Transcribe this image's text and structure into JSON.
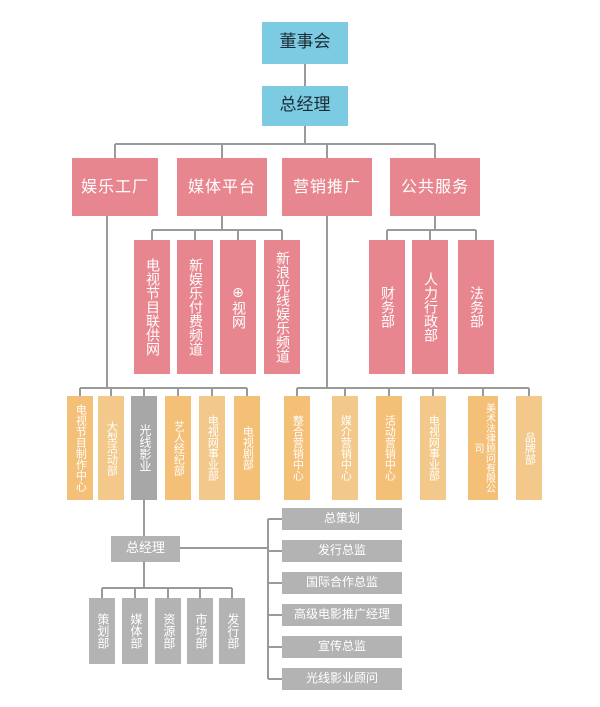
{
  "top": {
    "board": "董事会",
    "gm": "总经理"
  },
  "divisions": [
    "娱乐工厂",
    "媒体平台",
    "营销推广",
    "公共服务"
  ],
  "media_units": [
    "电视节目联供网",
    "新娱乐付费频道",
    "⊕视网",
    "新浪光线娱乐频道"
  ],
  "public_units": [
    "财务部",
    "人力行政部",
    "法务部"
  ],
  "ent_depts": [
    "电视节目制作中心",
    "大型活动部",
    "光线影业",
    "艺人经纪部",
    "电视网事业部",
    "电视剧部"
  ],
  "mkt_depts": [
    "整合营销中心",
    "媒介营销中心",
    "活动营销中心",
    "电视网事业部",
    "美术法律顾问有限公司",
    "品牌部"
  ],
  "film": {
    "gm": "总经理",
    "depts": [
      "策划部",
      "媒体部",
      "资源部",
      "市场部",
      "发行部"
    ],
    "roles": [
      "总策划",
      "发行总监",
      "国际合作总监",
      "高级电影推广经理",
      "宣传总监",
      "光线影业顾问"
    ]
  },
  "colors": {
    "blue": "#7ccbe2",
    "pink": "#e8868f",
    "tan": "#f4bf76",
    "gray": "#b3b3b3",
    "line": "#9a9a9a"
  }
}
